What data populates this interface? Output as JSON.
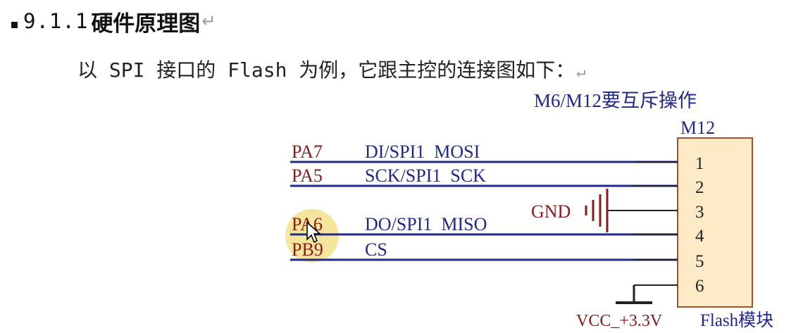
{
  "heading": {
    "number": "9.1.1",
    "title": "硬件原理图",
    "return_mark": "↵"
  },
  "intro": {
    "text": "以 SPI 接口的 Flash 为例，它跟主控的连接图如下：",
    "return_mark": "↵"
  },
  "schematic": {
    "note": "M6/M12要互斥操作",
    "module_ref": "M12",
    "gnd_label": "GND",
    "vcc_label": "VCC_+3.3V",
    "module_label": "Flash模块",
    "wires": [
      {
        "pin": "PA7",
        "signal": "DI/SPI1  MOSI"
      },
      {
        "pin": "PA5",
        "signal": "SCK/SPI1  SCK"
      },
      {
        "pin": "PA6",
        "signal": "DO/SPI1  MISO"
      },
      {
        "pin": "PB9",
        "signal": "CS"
      }
    ],
    "pin_numbers": [
      "1",
      "2",
      "3",
      "4",
      "5",
      "6"
    ],
    "colors": {
      "pin_label": "#8b1a1a",
      "signal_label": "#1f2a8a",
      "wire": "#1f2a8a",
      "body_fill": "#fdebc8",
      "body_border": "#a0522d",
      "ground": "#8b1a1a",
      "highlight": "#f5e28a"
    }
  }
}
